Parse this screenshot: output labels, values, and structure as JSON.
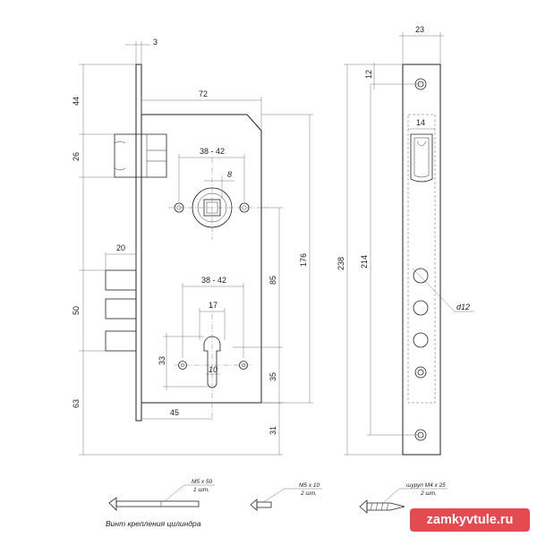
{
  "dimensions": {
    "faceplate_thickness": "3",
    "backset_depth": "72",
    "top_offset": "44",
    "deadbolt_height": "26",
    "spindle_distance": "38 - 42",
    "square_spindle": "8",
    "latch_projection": "20",
    "bolts_block": "50",
    "bottom_offset": "63",
    "cylinder_distance": "38 - 42",
    "cylinder_width": "17",
    "cylinder_height": "33",
    "cylinder_pin": "10",
    "cylinder_backset": "45",
    "center_to_center": "85",
    "body_height": "176",
    "cyl_to_bottom": "35",
    "bottom_margin": "31",
    "total_height": "238",
    "faceplate_width": "23",
    "screw_top": "12",
    "hole_spacing": "214",
    "inner_width": "14",
    "hole_dia": "d12"
  },
  "accessories": {
    "cyl_screw_spec": "M5 x 50",
    "cyl_screw_qty": "1 шт.",
    "cyl_screw_caption": "Винт крепления цилиндра",
    "screw_m5_spec": "M5 x 10",
    "screw_m5_qty": "2 шт.",
    "wood_screw_spec": "шуруп M4 x 25",
    "wood_screw_qty": "2 шт."
  },
  "watermark": "zamkyvtule.ru"
}
